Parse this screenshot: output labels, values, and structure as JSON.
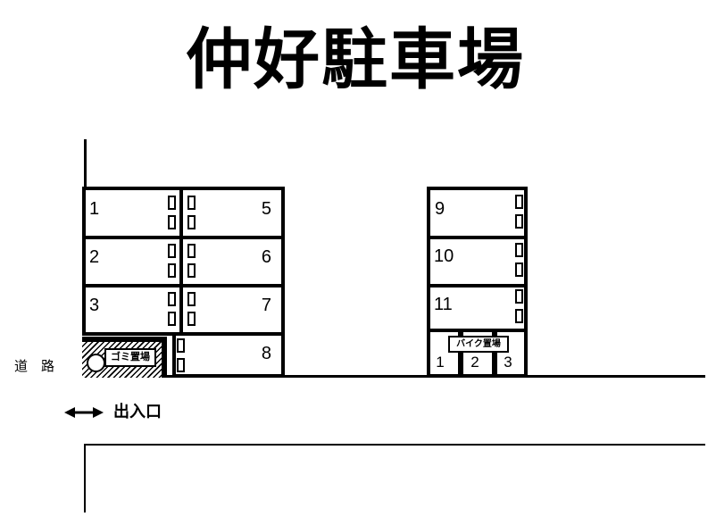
{
  "title": "仲好駐車場",
  "labels": {
    "road": "道　路",
    "entrance_exit": "出入口",
    "garbage_area": "ゴミ置場",
    "bike_area": "バイク置場"
  },
  "parking": {
    "left_block": {
      "column_left": [
        "1",
        "2",
        "3"
      ],
      "column_right": [
        "5",
        "6",
        "7",
        "8"
      ]
    },
    "right_block": {
      "spaces": [
        "9",
        "10",
        "11"
      ],
      "bike_spaces": [
        "1",
        "2",
        "3"
      ]
    }
  },
  "colors": {
    "background": "#ffffff",
    "line": "#000000"
  }
}
